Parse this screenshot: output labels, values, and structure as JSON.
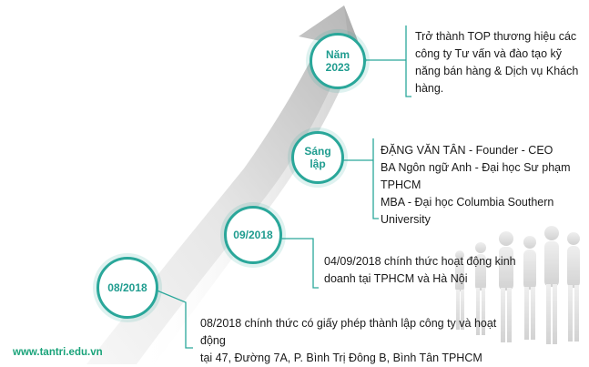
{
  "milestones": [
    {
      "id": "2023",
      "label_lines": [
        "Năm",
        "2023"
      ],
      "text_lines": [
        "Trở thành TOP thương hiệu các",
        "công ty Tư vấn và đào tạo kỹ",
        "năng bán hàng & Dịch vụ Khách",
        "hàng."
      ]
    },
    {
      "id": "sang-lap",
      "label_lines": [
        "Sáng",
        "lập"
      ],
      "text_lines": [
        "ĐẶNG VĂN TÂN - Founder - CEO",
        "BA Ngôn ngữ Anh - Đại học Sư phạm",
        "TPHCM",
        "MBA - Đại học Columbia Southern",
        "University"
      ]
    },
    {
      "id": "09-2018",
      "label_lines": [
        "09/2018"
      ],
      "text_lines": [
        "04/09/2018 chính thức hoạt động kinh",
        "doanh tại TPHCM và Hà Nội"
      ]
    },
    {
      "id": "08-2018",
      "label_lines": [
        "08/2018"
      ],
      "text_lines": [
        "08/2018 chính thức có giấy phép thành lập công ty và hoạt động",
        "tại 47, Đường 7A, P. Bình Trị Đông B, Bình Tân TPHCM"
      ]
    }
  ],
  "footer": {
    "website": "www.tantri.edu.vn"
  },
  "colors": {
    "accent": "#2aa79a",
    "accent_text": "#1f9c8f",
    "arrow_light": "#f4f4f4",
    "arrow_dark": "#b9b9b9",
    "footer_text": "#1aa37a"
  }
}
